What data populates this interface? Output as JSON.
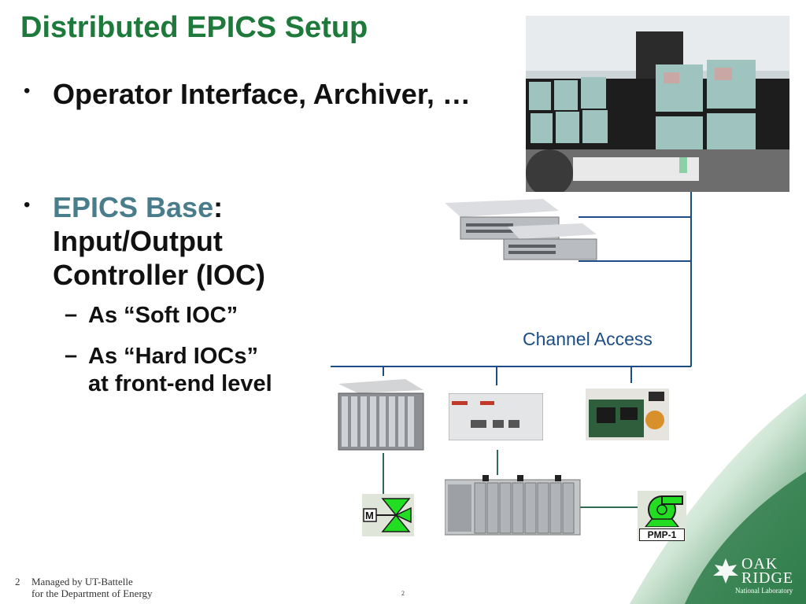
{
  "slide": {
    "title": "Distributed EPICS Setup",
    "bullet1": "Operator Interface, Archiver, …",
    "bullet2_highlight": "EPICS Base",
    "bullet2_colon": ":",
    "bullet2_line2": "Input/Output",
    "bullet2_line3": "Controller (IOC)",
    "sub1": "As “Soft IOC”",
    "sub2_line1": "As “Hard IOCs”",
    "sub2_line2": "at front-end level",
    "network_label": "Channel Access",
    "pump_label": "PMP-1",
    "valve_label": "M",
    "bullet_glyph": "•",
    "dash_glyph": "–"
  },
  "footer": {
    "page_number": "2",
    "managed_line1": "Managed by UT-Battelle",
    "managed_line2": "for the Department of Energy",
    "center_number": "2",
    "logo_line1": "OAK",
    "logo_line2": "RIDGE",
    "logo_line3": "National Laboratory"
  },
  "colors": {
    "title_green": "#1e7a3a",
    "epics_base": "#4a7d8c",
    "network_line": "#1b4e86",
    "valve_green": "#22dd22",
    "corner_green": "#2f7d4a"
  }
}
